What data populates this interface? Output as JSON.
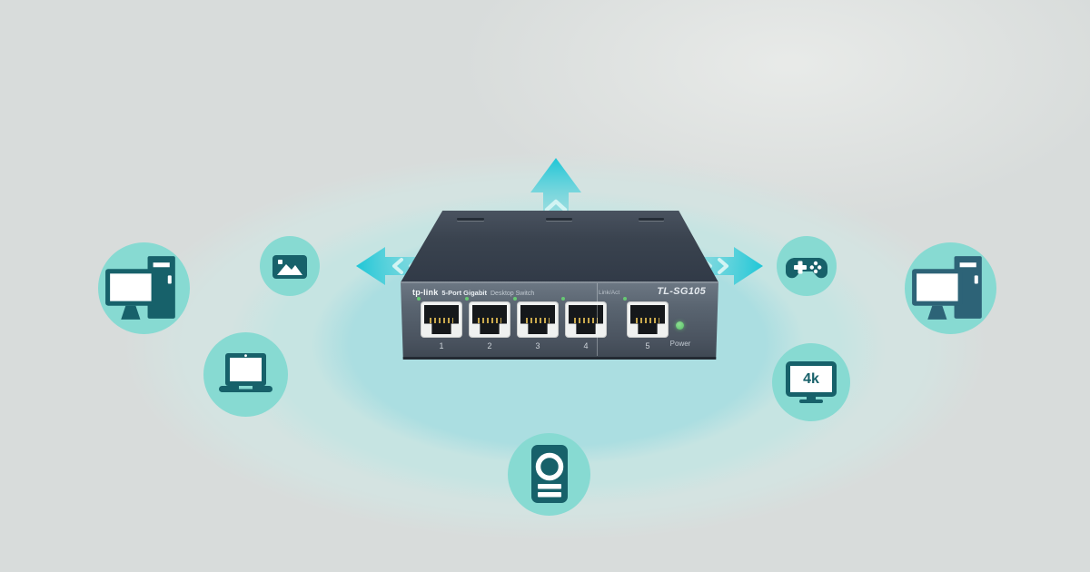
{
  "device": {
    "brand": "tp-link",
    "title_bold": "5-Port Gigabit",
    "title_rest": "Desktop Switch",
    "model": "TL-SG105",
    "link_act_label": "Link/Act",
    "power_label": "Power",
    "port_numbers": [
      "1",
      "2",
      "3",
      "4",
      "5"
    ]
  },
  "peripherals": {
    "tv_label": "4k",
    "icon_names": [
      "desktop-pc-icon",
      "photo-icon",
      "laptop-icon",
      "nas-storage-icon",
      "game-controller-icon",
      "4k-tv-icon",
      "desktop-pc-icon"
    ]
  },
  "arrows": [
    "left-arrow",
    "up-arrow",
    "right-arrow"
  ],
  "colors": {
    "background": "#d8dcdb",
    "ripple_outer": "#d4e3e1",
    "ripple_mid": "#c6e4e2",
    "ripple_inner": "#abdee1",
    "arrow_teal": "#1ec6d7",
    "arrow_tail": "#6cd8de",
    "arrow_chevron": "#d2f4f3",
    "icon_circle": "#87dad2",
    "icon_dark": "#17616a",
    "pc_tower_right": "#2d6377",
    "led_green": "#67c973",
    "port_bezel": "#eff1f0",
    "port_dark": "#15181b",
    "pin_gold": "#c9a84c"
  }
}
